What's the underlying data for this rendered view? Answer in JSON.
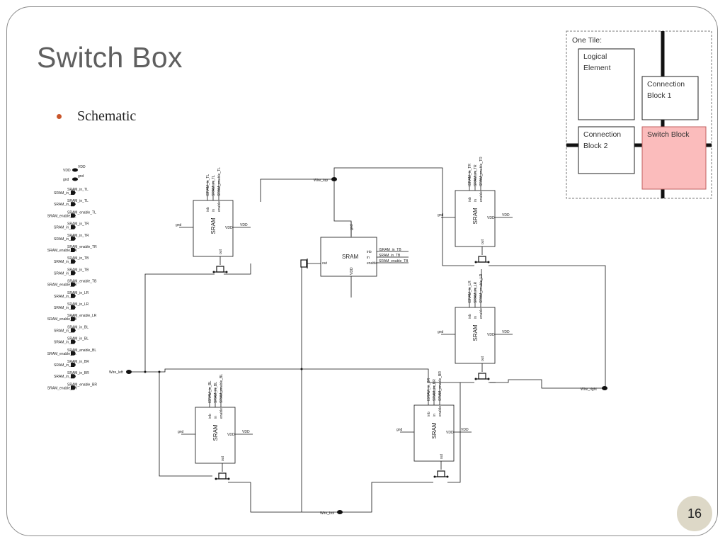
{
  "slide": {
    "title": "Switch Box",
    "bullet": "Schematic",
    "page_number": "16"
  },
  "tile": {
    "caption": "One Tile:",
    "logical_element": [
      "Logical",
      "Element"
    ],
    "connection_block_1": [
      "Connection",
      "Block 1"
    ],
    "connection_block_2": [
      "Connection",
      "Block 2"
    ],
    "switch_block": "Switch Block",
    "highlight_color": "#fbbcbc"
  },
  "schematic": {
    "sram_label": "SRAM",
    "vdd": "VDD",
    "gnd": "gnd",
    "out": "out",
    "inb": "inb",
    "in": "in",
    "enable": "enable",
    "pin_list": [
      "VDD",
      "gnd",
      "SRAM_in_TL",
      "SRAM_in_TL",
      "SRAM_enable_TL",
      "SRAM_in_TR",
      "SRAM_in_TR",
      "SRAM_enable_TR",
      "SRAM_in_TB",
      "SRAM_in_TB",
      "SRAM_enable_TB",
      "SRAM_in_LR",
      "SRAM_in_LR",
      "SRAM_enable_LR",
      "SRAM_in_BL",
      "SRAM_in_BL",
      "SRAM_enable_BL",
      "SRAM_in_BR",
      "SRAM_in_BR",
      "SRAM_enable_BR"
    ],
    "wires": {
      "top": "Wire_top",
      "left": "Wire_left",
      "right": "Wire_right",
      "bot": "Wire_bot"
    },
    "srams": {
      "tl": [
        "ISRAM_in_TL",
        "SRAM_in_TL",
        "SRAM_enable_TL"
      ],
      "tb": [
        "ISRAM_in_TB",
        "SRAM_in_TB",
        "SRAM_enable_TB"
      ],
      "tr": [
        "ISRAM_in_TR",
        "SRAM_in_TR",
        "SRAM_enable_TR"
      ],
      "lr": [
        "ISRAM_in_LR",
        "SRAM_in_LR",
        "SRAM_enable_LR"
      ],
      "bl": [
        "ISRAM_in_BL",
        "SRAM_in_BL",
        "SRAM_enable_BL"
      ],
      "br": [
        "ISRAM_in_BR",
        "SRAM_in_BR",
        "SRAM_enable_BR"
      ]
    }
  }
}
